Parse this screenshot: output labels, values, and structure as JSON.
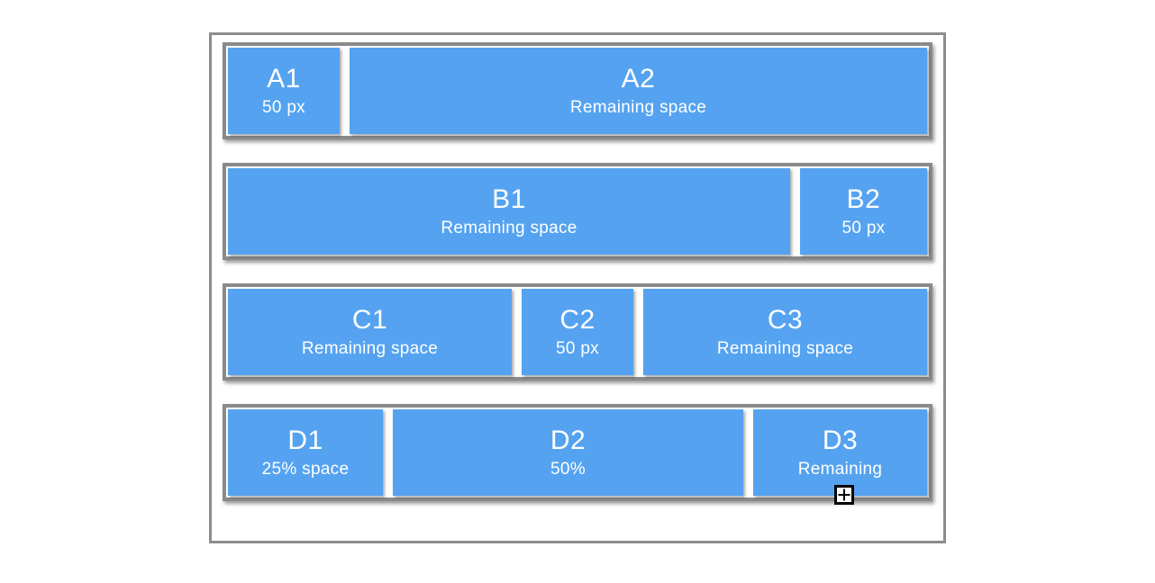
{
  "colors": {
    "box_blue": "#55a3f0",
    "row_border_gray": "#8a8a8a",
    "outer_border_gray": "#8d8d8d",
    "box_text": "#ffffff",
    "cursor_fill": "#ffffff",
    "cursor_stroke": "#000000"
  },
  "rows": [
    {
      "name": "row-a",
      "boxes": [
        {
          "title": "A1",
          "subtitle": "50 px"
        },
        {
          "title": "A2",
          "subtitle": "Remaining space"
        }
      ]
    },
    {
      "name": "row-b",
      "boxes": [
        {
          "title": "B1",
          "subtitle": "Remaining space"
        },
        {
          "title": "B2",
          "subtitle": "50 px"
        }
      ]
    },
    {
      "name": "row-c",
      "boxes": [
        {
          "title": "C1",
          "subtitle": "Remaining space"
        },
        {
          "title": "C2",
          "subtitle": "50 px"
        },
        {
          "title": "C3",
          "subtitle": "Remaining space"
        }
      ]
    },
    {
      "name": "row-d",
      "boxes": [
        {
          "title": "D1",
          "subtitle": "25% space"
        },
        {
          "title": "D2",
          "subtitle": "50%"
        },
        {
          "title": "D3",
          "subtitle": "Remaining"
        }
      ]
    }
  ],
  "cursor": {
    "icon": "plus-crosshair-cursor"
  }
}
